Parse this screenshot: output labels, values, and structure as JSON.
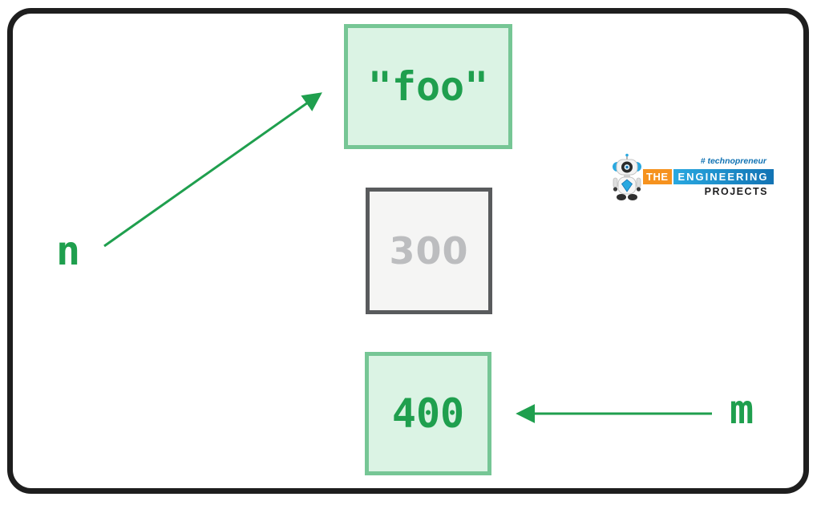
{
  "boxes": {
    "foo": {
      "text": "\"foo\""
    },
    "num300": {
      "text": "300"
    },
    "num400": {
      "text": "400"
    }
  },
  "variables": {
    "n": "n",
    "m": "m"
  },
  "logo": {
    "tagline": "# technopreneur",
    "word_the": "THE",
    "word_engineering": "ENGINEERING",
    "word_projects": "PROJECTS"
  },
  "colors": {
    "green": "#1f9f4e",
    "green_box_fill": "#dbf3e4",
    "green_box_border": "#76c695",
    "gray_box_fill": "#f5f5f4",
    "gray_box_border": "#595b5d",
    "gray_text": "#bcbdbf",
    "frame_border": "#1e1e1e",
    "logo_orange": "#f6921e",
    "logo_blue_light": "#29a8e0",
    "logo_blue_dark": "#1273b4",
    "logo_text_dark": "#1d1d1f"
  }
}
